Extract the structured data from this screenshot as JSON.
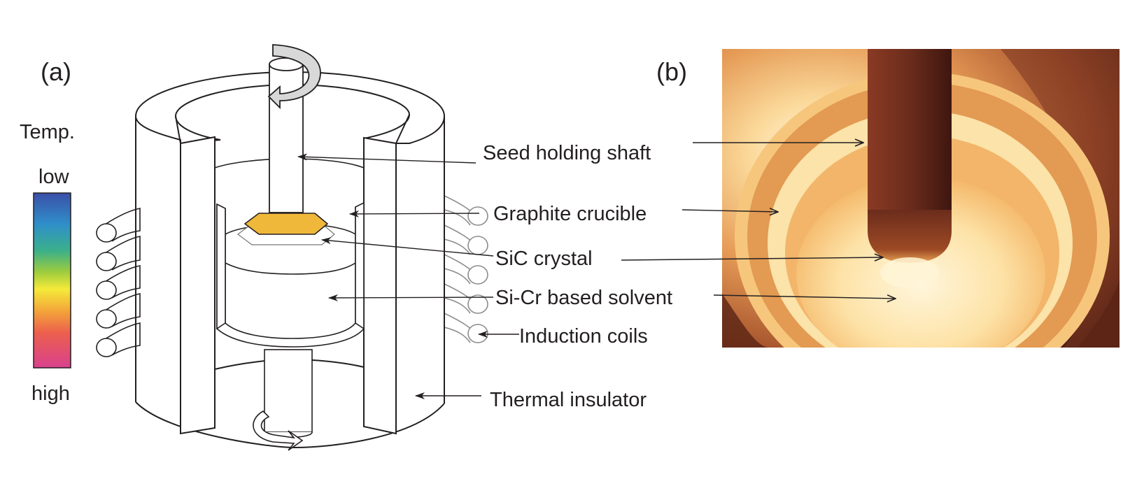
{
  "panel_a": {
    "label": "(a)",
    "temperature_scale": {
      "title": "Temp.",
      "low_label": "low",
      "high_label": "high"
    },
    "labels": {
      "seed_shaft": "Seed  holding shaft",
      "crucible": "Graphite crucible",
      "crystal": "SiC crystal",
      "solvent": "Si-Cr based solvent",
      "coils": "Induction coils",
      "insulator": "Thermal insulator"
    }
  },
  "panel_b": {
    "label": "(b)"
  },
  "colors": {
    "line": "#231f20",
    "crystal_fill": "#f0b83a",
    "scale_top": "#3b4fa8",
    "scale_bottom": "#d9418e",
    "photo_dark": "#5a2414",
    "photo_glow": "#fff0cc"
  }
}
